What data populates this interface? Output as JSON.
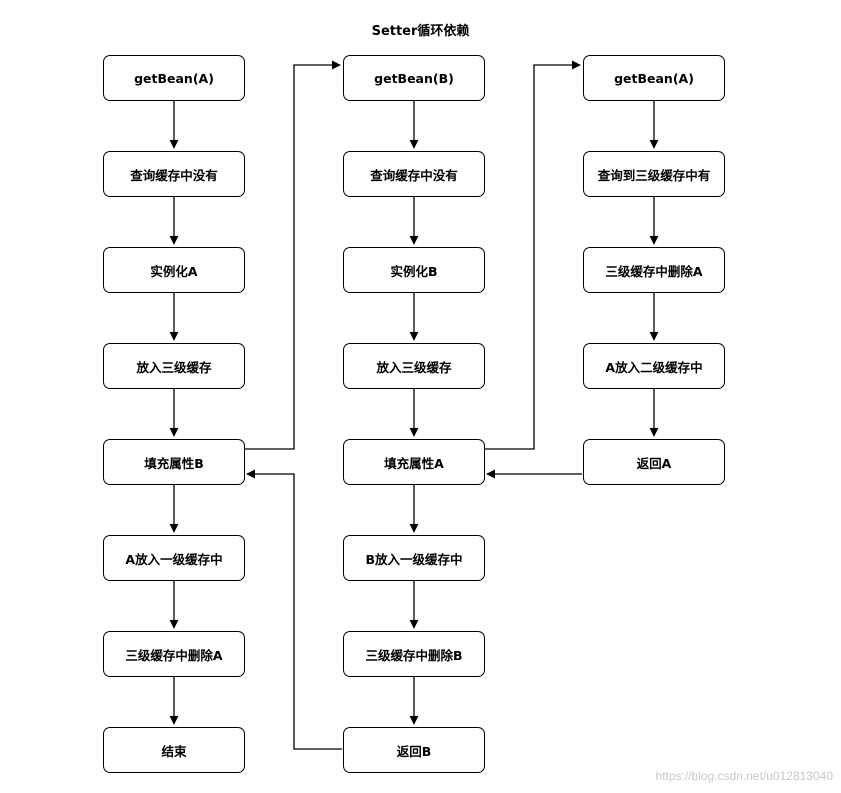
{
  "title": "Setter循环依赖",
  "columns": [
    {
      "nodes": [
        "getBean(A)",
        "查询缓存中没有",
        "实例化A",
        "放入三级缓存",
        "填充属性B",
        "A放入一级缓存中",
        "三级缓存中删除A",
        "结束"
      ]
    },
    {
      "nodes": [
        "getBean(B)",
        "查询缓存中没有",
        "实例化B",
        "放入三级缓存",
        "填充属性A",
        "B放入一级缓存中",
        "三级缓存中删除B",
        "返回B"
      ]
    },
    {
      "nodes": [
        "getBean(A)",
        "查询到三级缓存中有",
        "三级缓存中删除A",
        "A放入二级缓存中",
        "返回A"
      ]
    }
  ],
  "watermark": "https://blog.csdn.net/u012813040"
}
